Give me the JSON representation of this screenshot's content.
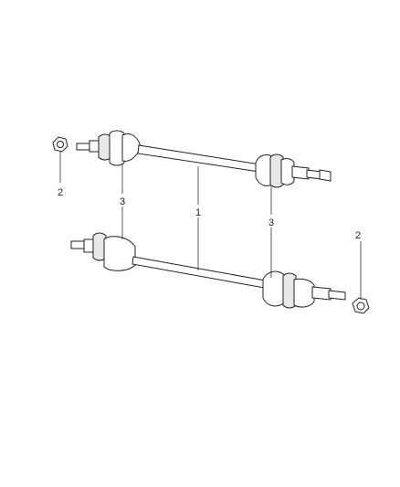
{
  "callouts": {
    "nut_left": "2",
    "boot_upper_left": "3",
    "axle_shaft": "1",
    "boot_lower_right": "3",
    "nut_right": "2"
  }
}
